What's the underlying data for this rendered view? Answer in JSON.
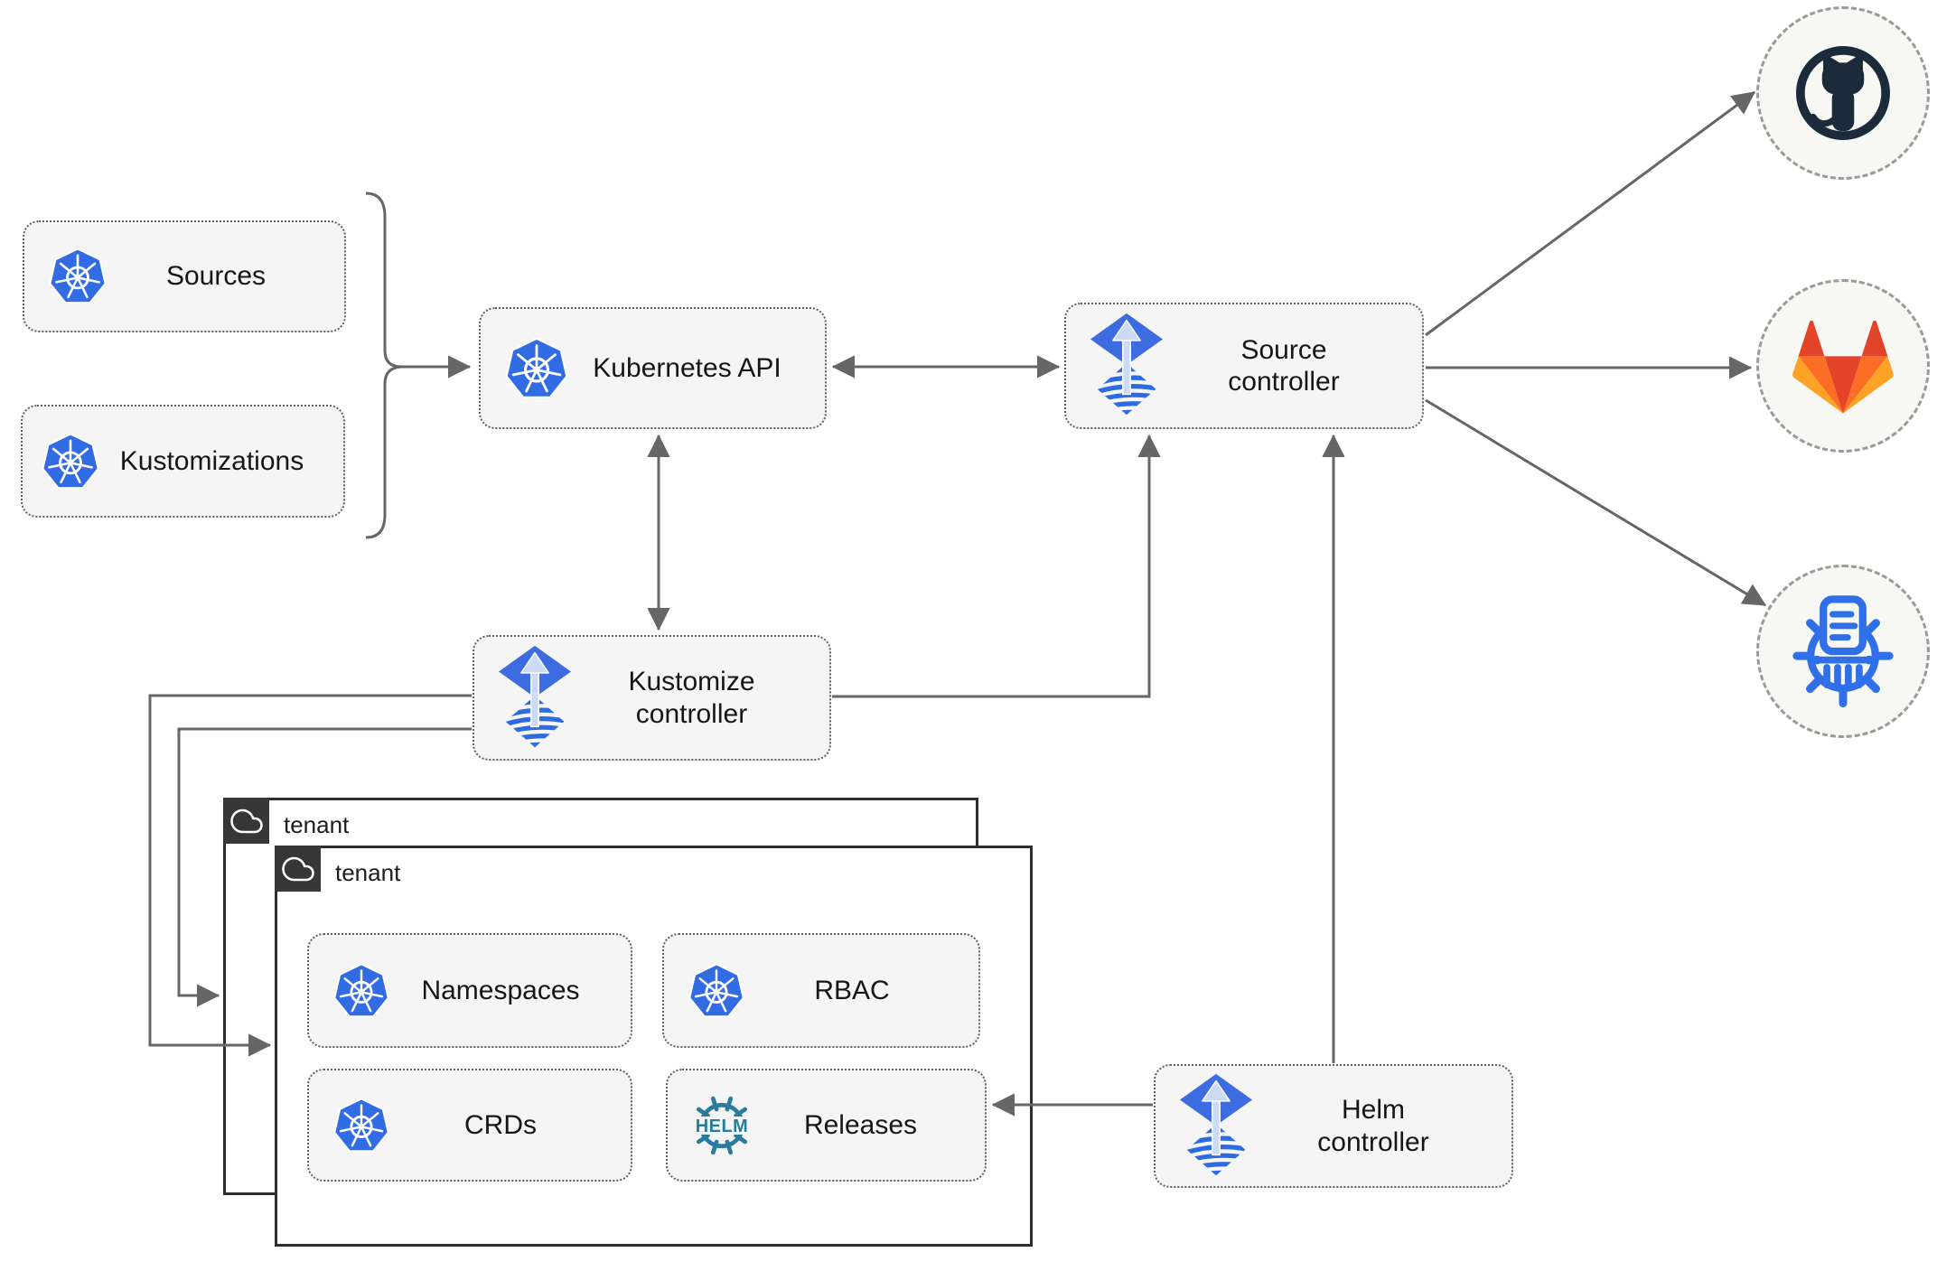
{
  "nodes": {
    "sources": {
      "label": "Sources",
      "icon": "kubernetes-icon"
    },
    "kustomizations": {
      "label": "Kustomizations",
      "icon": "kubernetes-icon"
    },
    "kubernetes_api": {
      "label": "Kubernetes API",
      "icon": "kubernetes-icon"
    },
    "source_controller": {
      "label": "Source\ncontroller",
      "icon": "flux-icon"
    },
    "kustomize_controller": {
      "label": "Kustomize\ncontroller",
      "icon": "flux-icon"
    },
    "helm_controller": {
      "label": "Helm\ncontroller",
      "icon": "flux-icon"
    },
    "namespaces": {
      "label": "Namespaces",
      "icon": "kubernetes-icon"
    },
    "rbac": {
      "label": "RBAC",
      "icon": "kubernetes-icon"
    },
    "crds": {
      "label": "CRDs",
      "icon": "kubernetes-icon"
    },
    "releases": {
      "label": "Releases",
      "icon": "helm-icon",
      "icon_wordmark": "HELM"
    }
  },
  "tenants": {
    "outer": {
      "label": "tenant",
      "icon": "cloud-icon"
    },
    "inner": {
      "label": "tenant",
      "icon": "cloud-icon"
    }
  },
  "providers": [
    {
      "icon": "github-icon"
    },
    {
      "icon": "gitlab-icon"
    },
    {
      "icon": "chartmuseum-icon"
    }
  ],
  "edges": [
    {
      "from": "sources-kustomizations-bracket",
      "to": "kubernetes-api",
      "arrow": "end"
    },
    {
      "from": "kubernetes-api",
      "to": "source-controller",
      "arrow": "both"
    },
    {
      "from": "kubernetes-api",
      "to": "kustomize-controller",
      "arrow": "both"
    },
    {
      "from": "kustomize-controller",
      "to": "source-controller",
      "arrow": "end"
    },
    {
      "from": "helm-controller",
      "to": "source-controller",
      "arrow": "end"
    },
    {
      "from": "helm-controller",
      "to": "releases",
      "arrow": "end"
    },
    {
      "from": "kustomize-controller",
      "to": "tenant-inner",
      "arrow": "end"
    },
    {
      "from": "kustomize-controller",
      "to": "tenant-outer",
      "arrow": "end"
    },
    {
      "from": "source-controller",
      "to": "github",
      "arrow": "end"
    },
    {
      "from": "source-controller",
      "to": "gitlab",
      "arrow": "end"
    },
    {
      "from": "source-controller",
      "to": "chartmuseum",
      "arrow": "end"
    }
  ],
  "colors": {
    "kubernetes_blue": "#326CE5",
    "flux_blue": "#3D6BE0",
    "flux_arrow_light": "#CBDAF5",
    "helm_teal": "#2A7C9E",
    "github_dark": "#1B2B3A",
    "gitlab_red": "#E24329",
    "gitlab_orange": "#FC6D26",
    "gitlab_amber": "#FCA326",
    "chartmuseum_blue": "#2F6FE8",
    "node_fill": "#F5F5F5",
    "edge_gray": "#666666",
    "tenant_border": "#2E2E2E",
    "badge_bg": "#373737",
    "provider_fill": "#F7F7F3",
    "provider_border": "#9A9A9A"
  }
}
